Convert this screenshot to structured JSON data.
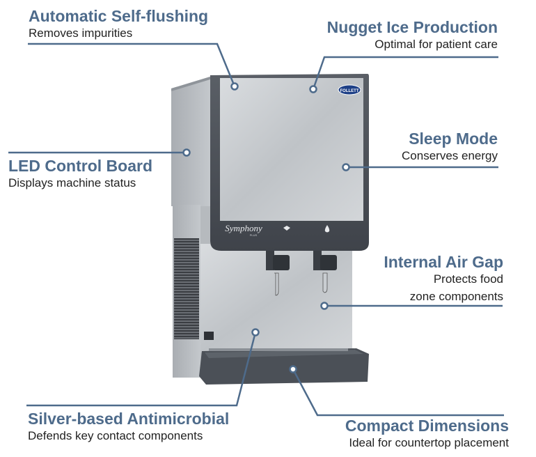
{
  "colors": {
    "title": "#4e6b8b",
    "leader": "#4e6b8b",
    "body_text": "#222222",
    "steel": "#c9ccd0",
    "trim": "#4d5259"
  },
  "brand": {
    "logo_text": "FOLLETT",
    "model_text": "Symphony",
    "model_sub": "PLUS"
  },
  "features": [
    {
      "id": "self-flushing",
      "title": "Automatic Self-flushing",
      "desc": "Removes impurities"
    },
    {
      "id": "nugget-ice",
      "title": "Nugget Ice Production",
      "desc": "Optimal for patient care"
    },
    {
      "id": "sleep-mode",
      "title": "Sleep Mode",
      "desc": "Conserves energy"
    },
    {
      "id": "led-board",
      "title": "LED Control Board",
      "desc": "Displays machine status"
    },
    {
      "id": "air-gap",
      "title": "Internal Air Gap",
      "desc_lines": [
        "Protects food",
        "zone components"
      ]
    },
    {
      "id": "antimicrobial",
      "title": "Silver-based Antimicrobial",
      "desc": "Defends key contact components"
    },
    {
      "id": "dimensions",
      "title": "Compact Dimensions",
      "desc": "Ideal for countertop placement"
    }
  ]
}
